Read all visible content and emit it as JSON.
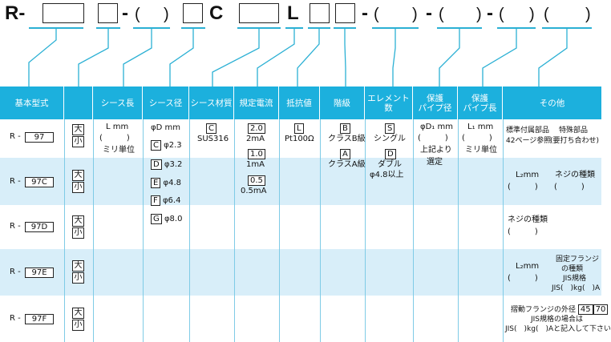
{
  "code": {
    "r_dash": "R-",
    "dash1": "-",
    "paren_open": "(",
    "paren_close": ")",
    "c_letter": "C",
    "l_letter": "L",
    "dash2": "-",
    "dash3": "-",
    "dash4": "-"
  },
  "headers": {
    "model": "基本型式",
    "sheath_len": "シース長",
    "sheath_dia": "シース径",
    "sheath_mat": "シース材質",
    "current": "規定電流",
    "resistor": "抵抗値",
    "grade": "階級",
    "elements": "エレメント数",
    "guard_dia_1": "保護",
    "guard_dia_2": "パイプ径",
    "guard_len_1": "保護",
    "guard_len_2": "パイプ長",
    "other": "その他"
  },
  "rows": [
    {
      "r": "R -",
      "model": "97"
    },
    {
      "r": "R -",
      "model": "97C"
    },
    {
      "r": "R -",
      "model": "97D"
    },
    {
      "r": "R -",
      "model": "97E"
    },
    {
      "r": "R -",
      "model": "97F"
    }
  ],
  "size": {
    "big": "大",
    "small": "小"
  },
  "sheath_len": {
    "line1": "L mm",
    "line2": "(　　　)",
    "line3": "ミリ単位"
  },
  "sheath_dia": {
    "title": "φD mm",
    "options": [
      {
        "code": "C",
        "value": "φ2.3"
      },
      {
        "code": "D",
        "value": "φ3.2"
      },
      {
        "code": "E",
        "value": "φ4.8"
      },
      {
        "code": "F",
        "value": "φ6.4"
      },
      {
        "code": "G",
        "value": "φ8.0"
      }
    ]
  },
  "sheath_mat": {
    "code": "C",
    "value": "SUS316"
  },
  "current": {
    "options": [
      {
        "code": "2.0",
        "value": "2mA"
      },
      {
        "code": "1.0",
        "value": "1mA"
      },
      {
        "code": "0.5",
        "value": "0.5mA"
      }
    ]
  },
  "resistor": {
    "code": "L",
    "value": "Pt100Ω"
  },
  "grade": {
    "options": [
      {
        "code": "B",
        "value": "クラスB級"
      },
      {
        "code": "A",
        "value": "クラスA級"
      }
    ]
  },
  "elements": {
    "s_code": "S",
    "s_value": "シングル",
    "d_code": "D",
    "d_value": "ダブル",
    "d_note": "φ4.8以上"
  },
  "guard_dia": {
    "line1": "φD₁ mm",
    "line2": "(　　　)",
    "line3": "上記より",
    "line4": "選定"
  },
  "guard_len": {
    "line1": "L₁ mm",
    "line2": "(　　　)",
    "line3": "ミリ単位"
  },
  "other": {
    "r1_a1": "標準付属部品",
    "r1_a2": "42ページ参照",
    "r1_b1": "特殊部品",
    "r1_b2": "(要打ち合わせ)",
    "r2_a1": "L₂mm",
    "r2_a2": "(　　　)",
    "r2_b1": "ネジの種類",
    "r2_b2": "(　　　)",
    "r3_a1": "ネジの種類",
    "r3_a2": "(　　　)",
    "r4_a1": "L₂mm",
    "r4_a2": "(　　　)",
    "r4_b1": "固定フランジ",
    "r4_b2": "の種類",
    "r4_b3": "JIS規格",
    "r4_b4": "JIS(　)kg(　)A",
    "r5_l1": "摺動フランジの外径",
    "r5_c1": "45",
    "r5_c2": "70",
    "r5_l2": "JIS規格の場合は",
    "r5_l3": "JIS(　)kg(　)Aと記入して下さい"
  },
  "colors": {
    "header": "#1cb0dd",
    "band": "#d8eef9",
    "line": "#2bb0d4"
  }
}
